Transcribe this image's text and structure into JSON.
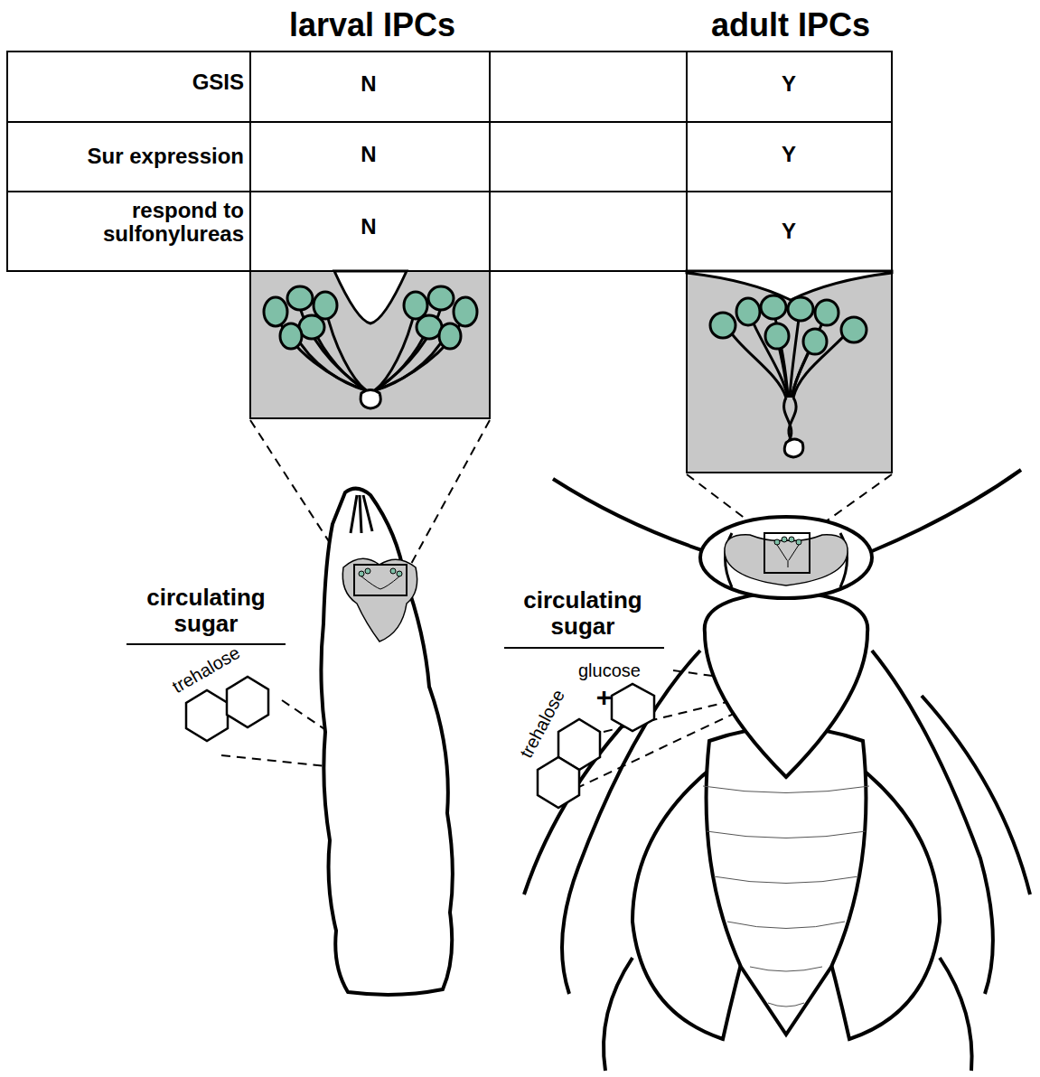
{
  "diagram": {
    "labels": [
      "larval IPCs",
      "adult IPCs",
      "GSIS",
      "N",
      "Y",
      "Sur expression",
      "N",
      "Y",
      "respond to sulfonylureas",
      "N",
      "Y",
      "circulating sugar",
      "trehalose",
      "circulating sugar",
      "glucose",
      "+",
      "trehalose"
    ]
  }
}
